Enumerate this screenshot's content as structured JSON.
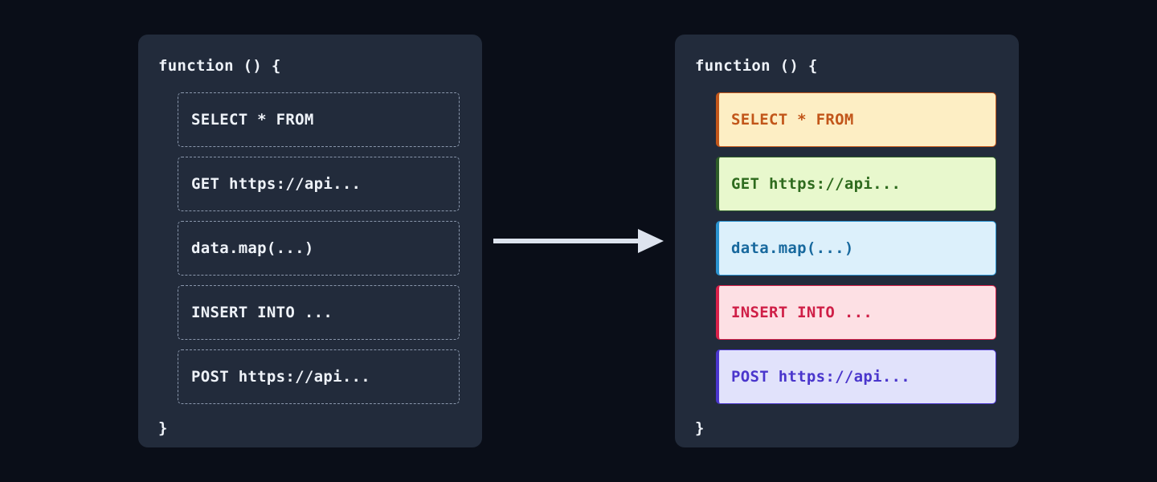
{
  "canvas": {
    "background": "#0a0e18",
    "panel_background": "#222b3b"
  },
  "arrow": {
    "name": "transform-arrow",
    "direction": "right",
    "color": "#dde3ee"
  },
  "panels": [
    {
      "id": "before",
      "style": "plain",
      "header": "function () {",
      "footer": "}",
      "rows": [
        {
          "text": "SELECT * FROM",
          "text_color": "#eef2f8"
        },
        {
          "text": "GET https://api...",
          "text_color": "#eef2f8"
        },
        {
          "text": "data.map(...)",
          "text_color": "#eef2f8"
        },
        {
          "text": "INSERT INTO ...",
          "text_color": "#eef2f8"
        },
        {
          "text": "POST https://api...",
          "text_color": "#eef2f8"
        }
      ]
    },
    {
      "id": "after",
      "style": "highlighted",
      "header": "function () {",
      "footer": "}",
      "rows": [
        {
          "text": "SELECT * FROM",
          "text_color": "#c2561a",
          "fill": "#fdeec4",
          "border": "#c2561a"
        },
        {
          "text": "GET https://api...",
          "text_color": "#2e6b1e",
          "fill": "#e8f8cd",
          "border": "#2d5c28"
        },
        {
          "text": "data.map(...)",
          "text_color": "#18699e",
          "fill": "#dcf0fb",
          "border": "#2a93d0"
        },
        {
          "text": "INSERT INTO ...",
          "text_color": "#cf1f47",
          "fill": "#fde0e4",
          "border": "#d8214a"
        },
        {
          "text": "POST https://api...",
          "text_color": "#4a36cc",
          "fill": "#e1e2fb",
          "border": "#4a36cc"
        }
      ]
    }
  ]
}
